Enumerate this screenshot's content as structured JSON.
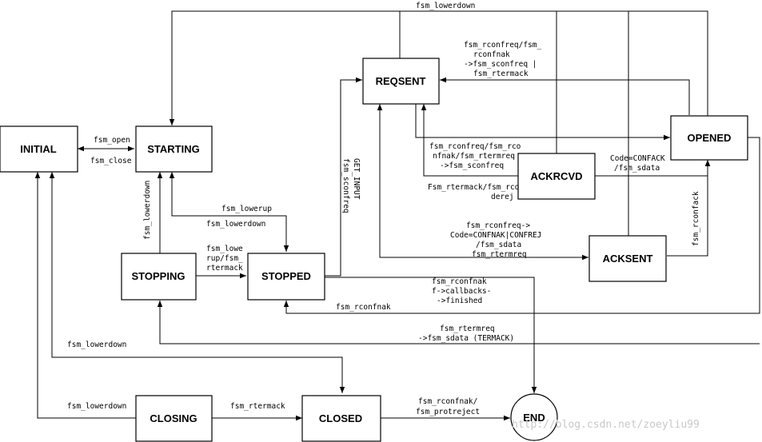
{
  "states": {
    "initial": "INITIAL",
    "starting": "STARTING",
    "stopping": "STOPPING",
    "stopped": "STOPPED",
    "reqsent": "REQSENT",
    "ackrcvd": "ACKRCVD",
    "acksent": "ACKSENT",
    "opened": "OPENED",
    "closing": "CLOSING",
    "closed": "CLOSED",
    "end": "END"
  },
  "labels": {
    "top_lowerdown": "fsm_lowerdown",
    "open": "fsm_open",
    "close": "fsm_close",
    "stopping_lowerdown": "fsm_lowerdown",
    "lowerup": "fsm_lowerup",
    "starting_lowerdown": "fsm_lowerdown",
    "stopping_to_stopped_1": "fsm_lowe",
    "stopping_to_stopped_2": "rup/fsm_",
    "stopping_to_stopped_3": "rtermack",
    "sconfreq_1": "fsm_sconfreq",
    "sconfreq_2": "GET_INPUT",
    "reqsent_loop_1": "fsm_rconfreq/fsm_",
    "reqsent_loop_2": "rconfnak",
    "reqsent_loop_3": "->fsm_sconfreq |",
    "reqsent_loop_4": "fsm_rtermack",
    "to_ackrcvd_1": "fsm_rconfreq/fsm_rco",
    "to_ackrcvd_2": "nfnak/fsm_rtermreq",
    "to_ackrcvd_3": "->fsm_sconfreq",
    "ackrcvd_back_1": "Fsm_rtermack/fsm_rco",
    "ackrcvd_back_2": "derej",
    "confack_1": "Code=CONFACK",
    "confack_2": "/fsm_sdata",
    "rconfack": "fsm_rconfack",
    "to_acksent_1": "fsm_rconfreq->",
    "to_acksent_2": "Code=CONFNAK|CONFREJ",
    "to_acksent_3": "/fsm_sdata",
    "to_acksent_4": "fsm_rtermreq",
    "callbacks_1": "fsm_rconfnak",
    "callbacks_2": "f->callbacks-",
    "callbacks_3": "->finished",
    "stopped_rconfnak": "fsm_rconfnak",
    "termreq_1": "fsm_rtermreq",
    "termreq_2": "->fsm_sdata (TERMACK)",
    "left_lowerdown": "fsm_lowerdown",
    "closing_lowerdown": "fsm_lowerdown",
    "rtermack": "fsm_rtermack",
    "protreject_1": "fsm_rconfnak/",
    "protreject_2": "fsm_protreject"
  },
  "watermark": "http://blog.csdn.net/zoeyliu99"
}
